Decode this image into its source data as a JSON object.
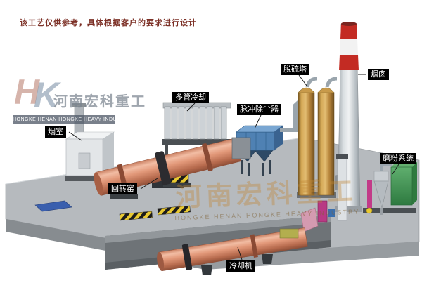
{
  "disclaimer": "该工艺仅供参考，具体根据客户的要求进行设计",
  "logo": {
    "monogram_h": "H",
    "monogram_k": "K",
    "company_cn": "河南宏科重工",
    "banner": "HONGKE HENAN HONGKE HEAVY INDUSTRY"
  },
  "watermark": {
    "cn": "河南宏科重工",
    "en": "HONGKE HENAN HONGKE HEAVY INDUSTRY"
  },
  "labels": {
    "smoke_chamber": "烟室",
    "rotary_kiln": "回转窑",
    "multi_tube_cooler": "多管冷却",
    "pulse_dust_collector": "脉冲除尘器",
    "desulfurization_tower": "脱硫塔",
    "chimney": "烟囱",
    "grinding_system": "磨粉系统",
    "cooling_machine": "冷却机"
  },
  "colors": {
    "kiln": "#e29879",
    "dust_collector": "#4f81b3",
    "tower": "#d4a855",
    "chimney_band_red": "#c32b23",
    "hazard_yellow": "#e9c931",
    "platform_gray": "#b6babe",
    "label_bg": "#000000",
    "label_text": "#ffffff",
    "disclaimer_text": "#7c3026"
  }
}
